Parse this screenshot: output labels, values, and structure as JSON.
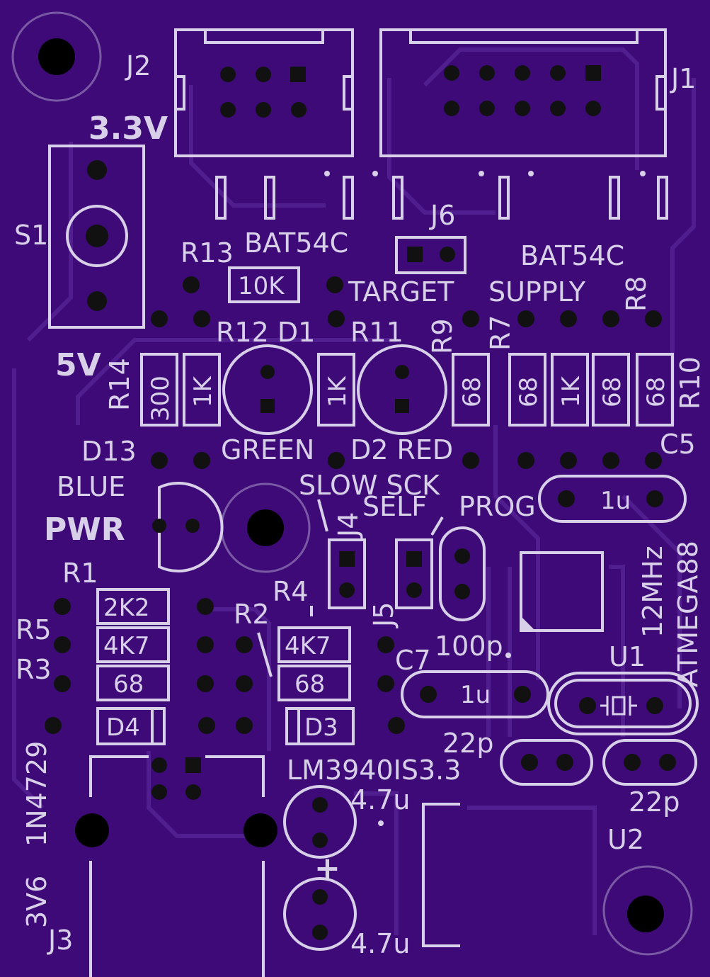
{
  "board": {
    "bg_color": "#3d0a78",
    "silk_color": "#d8d0e8",
    "labels": {
      "j2": "J2",
      "j1": "J1",
      "v33": "3.3V",
      "s1": "S1",
      "v5": "5V",
      "r13": "R13",
      "bat1": "BAT54C",
      "j6": "J6",
      "bat2": "BAT54C",
      "r10k": "10K",
      "target": "TARGET",
      "supply": "SUPPLY",
      "r8": "R8",
      "r12d1": "R12 D1",
      "r11": "R11",
      "r9": "R9",
      "r7": "R7",
      "r14": "R14",
      "r10": "R10",
      "v300": "300",
      "v1k_a": "1K",
      "v1k_b": "1K",
      "v68_a": "68",
      "v68_b": "68",
      "v1k_c": "1K",
      "v68_c": "68",
      "v68_d": "68",
      "d13": "D13",
      "green": "GREEN",
      "d2red": "D2 RED",
      "c5": "C5",
      "blue": "BLUE",
      "slowsck": "SLOW SCK",
      "pwr": "PWR",
      "j4": "J4",
      "self": "SELF",
      "prog": "PROG",
      "c5val": "1u",
      "r1": "R1",
      "r4": "R4",
      "r5": "R5",
      "r2": "R2",
      "r3": "R3",
      "v2k2": "2K2",
      "v4k7_a": "4K7",
      "v4k7_b": "4K7",
      "v68_e": "68",
      "v68_f": "68",
      "j5": "J5",
      "c7": "C7",
      "v100p": "100p",
      "mhz": "12MHz",
      "atmega": "ATMEGA88",
      "u1": "U1",
      "c7val": "1u",
      "d4": "D4",
      "d3": "D3",
      "p22a": "22p",
      "p22b": "22p",
      "lm": "LM3940IS3.3",
      "u47a": "4.7u",
      "u47b": "4.7u",
      "u2": "U2",
      "zener": "1N4729",
      "v3v6": "3V6",
      "j3": "J3",
      "plus": "+"
    }
  }
}
